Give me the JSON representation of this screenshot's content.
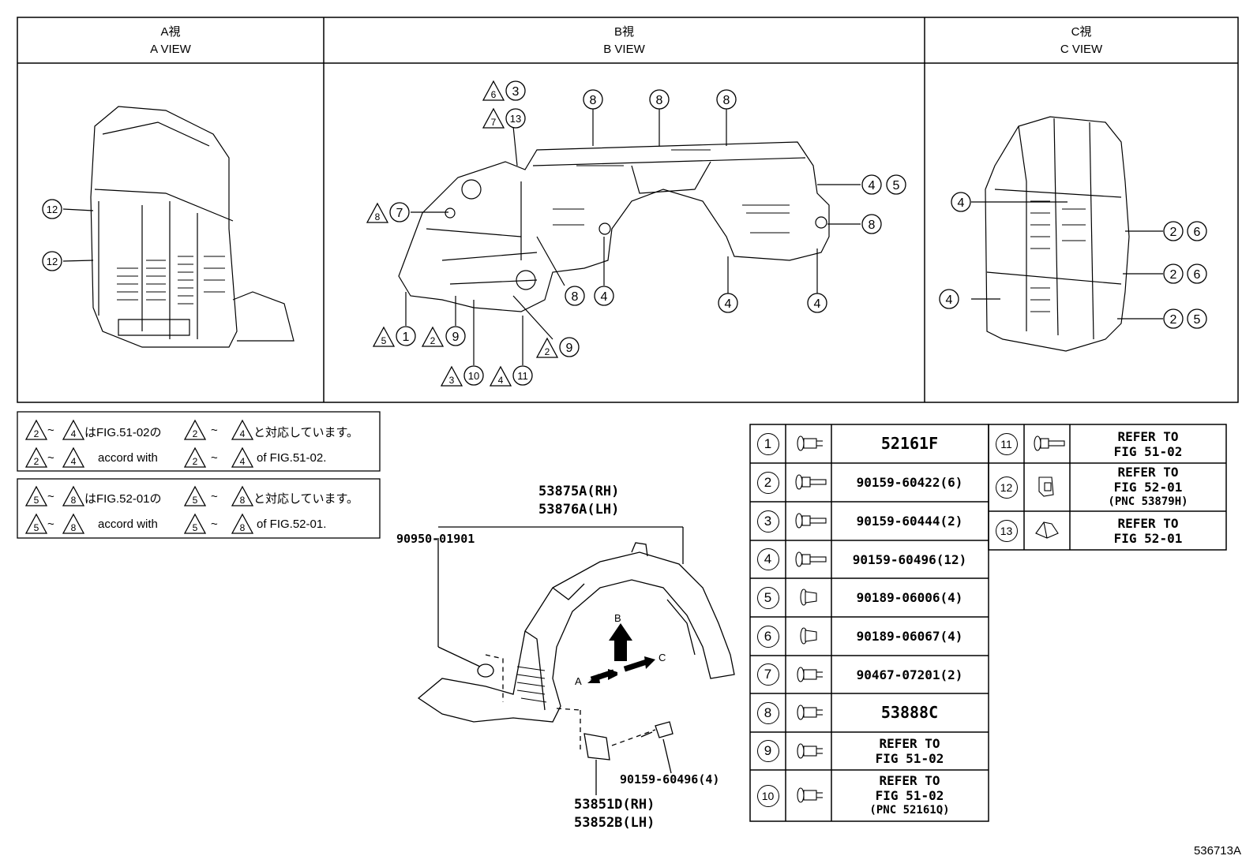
{
  "views": [
    {
      "jp": "A視",
      "en": "A VIEW"
    },
    {
      "jp": "B視",
      "en": "B VIEW"
    },
    {
      "jp": "C視",
      "en": "C VIEW"
    }
  ],
  "callouts": {
    "c1": "1",
    "c2": "2",
    "c3": "3",
    "c4": "4",
    "c5": "5",
    "c6": "6",
    "c7": "7",
    "c8": "8",
    "c9": "9",
    "c10": "10",
    "c11": "11",
    "c12": "12",
    "c13": "13",
    "t2": "2",
    "t3": "3",
    "t4": "4",
    "t5": "5",
    "t6": "6",
    "t7": "7",
    "t8": "8"
  },
  "notes": {
    "n1_jp_mid": "はFIG.51-02の",
    "n1_jp_end": "と対応しています。",
    "n1_en_mid": "accord with",
    "n1_en_end": "of FIG.51-02.",
    "n2_jp_mid": "はFIG.52-01の",
    "n2_jp_end": "と対応しています。",
    "n2_en_mid": "accord with",
    "n2_en_end": "of FIG.52-01.",
    "tilde": "~"
  },
  "assembly": {
    "liner_rh": "53875A(RH)",
    "liner_lh": "53876A(LH)",
    "grommet": "90950-01901",
    "bolt": "90159-60496(4)",
    "shield_rh": "53851D(RH)",
    "shield_lh": "53852B(LH)",
    "arrow_a": "A",
    "arrow_b": "B",
    "arrow_c": "C"
  },
  "parts_left": [
    {
      "no": "1",
      "text": "52161F",
      "big": true
    },
    {
      "no": "2",
      "text": "90159-60422(6)"
    },
    {
      "no": "3",
      "text": "90159-60444(2)"
    },
    {
      "no": "4",
      "text": "90159-60496(12)"
    },
    {
      "no": "5",
      "text": "90189-06006(4)"
    },
    {
      "no": "6",
      "text": "90189-06067(4)"
    },
    {
      "no": "7",
      "text": "90467-07201(2)"
    },
    {
      "no": "8",
      "text": "53888C",
      "big": true
    },
    {
      "no": "9",
      "line1": "REFER TO",
      "line2": "FIG 51-02"
    },
    {
      "no": "10",
      "line1": "REFER TO",
      "line2": "FIG 51-02",
      "line3": "(PNC 52161Q)"
    }
  ],
  "parts_right": [
    {
      "no": "11",
      "line1": "REFER TO",
      "line2": "FIG 51-02"
    },
    {
      "no": "12",
      "line1": "REFER TO",
      "line2": "FIG 52-01",
      "line3": "(PNC 53879H)"
    },
    {
      "no": "13",
      "line1": "REFER TO",
      "line2": "FIG 52-01"
    }
  ],
  "figure_code": "536713A"
}
